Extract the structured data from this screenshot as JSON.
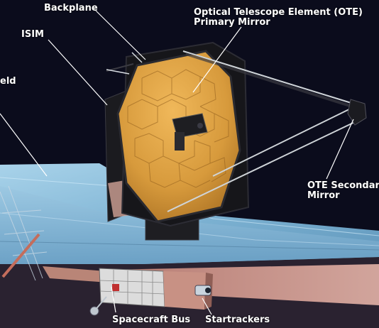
{
  "labels": {
    "backplane": "Backplane",
    "ote_line1": "Optical Telescope Element (OTE)",
    "ote_line2": "Primary Mirror",
    "isim": "ISIM",
    "sunshield_fragment": "eld",
    "secondary_line1": "OTE Secondar",
    "secondary_line2": "Mirror",
    "spacecraft_bus": "Spacecraft Bus",
    "startrackers": "Startrackers"
  },
  "colors": {
    "background": "#0b0c1c",
    "mirror_gold": "#d79a3c",
    "sunshield_blue": "#86b9d8",
    "structure_dark": "#1b1b1f",
    "label_text": "#ffffff"
  }
}
